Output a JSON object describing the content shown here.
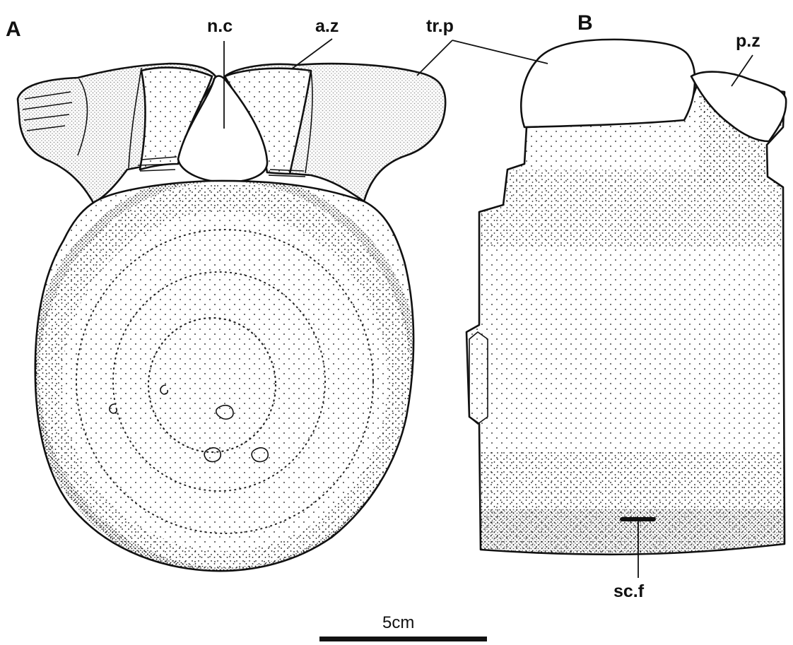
{
  "figure": {
    "panels": {
      "a": "A",
      "b": "B"
    },
    "labels": {
      "neural_canal": "n.c",
      "anterior_zygapophysis": "a.z",
      "transverse_process": "tr.p",
      "posterior_zygapophysis": "p.z",
      "subcentral_foramen": "sc.f"
    },
    "scale_bar": {
      "label": "5cm"
    },
    "colors": {
      "ink": "#111111",
      "paper": "#ffffff"
    }
  }
}
